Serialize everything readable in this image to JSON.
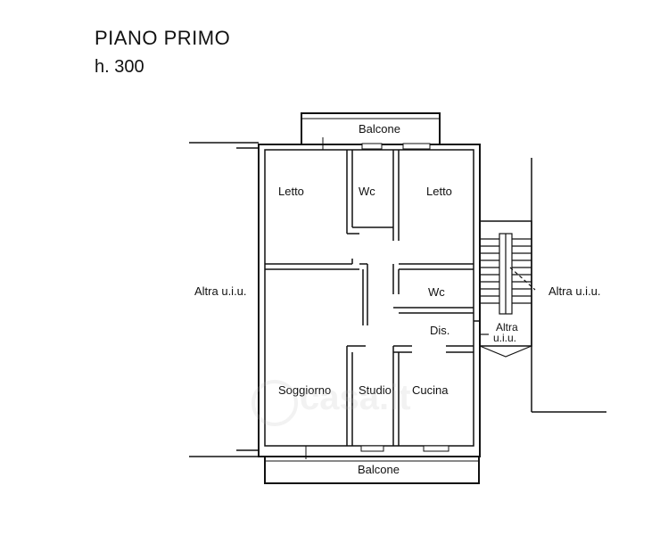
{
  "header": {
    "title": "PIANO PRIMO",
    "height": "h. 300"
  },
  "rooms": {
    "balcone_top": "Balcone",
    "letto_left": "Letto",
    "wc_top": "Wc",
    "letto_right": "Letto",
    "wc_mid": "Wc",
    "dis": "Dis.",
    "soggiorno": "Soggiorno",
    "studio": "Studio",
    "cucina": "Cucina",
    "balcone_bottom": "Balcone"
  },
  "neighbors": {
    "left": "Altra u.i.u.",
    "right": "Altra u.i.u.",
    "stair_line1": "Altra",
    "stair_line2": "u.i.u."
  },
  "watermark": "casa.it"
}
